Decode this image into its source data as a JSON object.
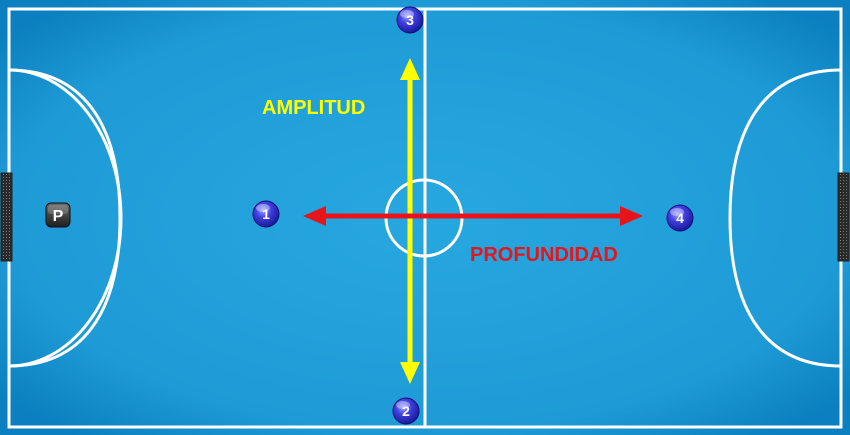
{
  "colors": {
    "court": "#1e9bd6",
    "court_edge": "#0a78b8",
    "lines": "#ffffff",
    "amplitud": "#ffff00",
    "profundidad": "#e8141c",
    "player": "#3a3ad8",
    "goalkeeper": "#3a3a3a"
  },
  "labels": {
    "amplitud": "AMPLITUD",
    "profundidad": "PROFUNDIDAD"
  },
  "goalkeeper": {
    "label": "P"
  },
  "players": [
    {
      "id": "p1",
      "label": "1"
    },
    {
      "id": "p2",
      "label": "2"
    },
    {
      "id": "p3",
      "label": "3"
    },
    {
      "id": "p4",
      "label": "4"
    }
  ]
}
